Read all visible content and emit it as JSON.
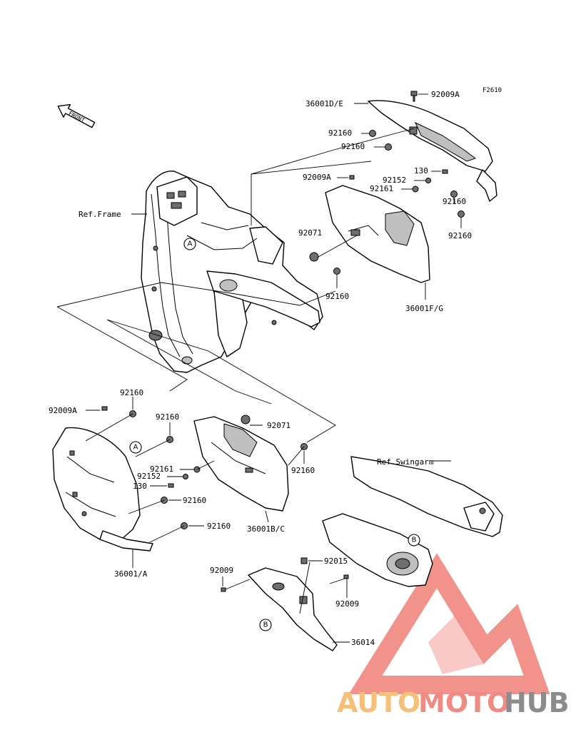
{
  "diagram_code": "F2610",
  "front_arrow_label": "FRONT",
  "references": {
    "frame": "Ref.Frame",
    "swingarm": "Ref.Swingarm"
  },
  "callouts": {
    "c_36001DE": "36001D/E",
    "c_92009A_top": "92009A",
    "c_92160_a": "92160",
    "c_92160_b": "92160",
    "c_92009A_mid": "92009A",
    "c_130_top": "130",
    "c_92152_top": "92152",
    "c_92161_top": "92161",
    "c_92160_c": "92160",
    "c_92160_d": "92160",
    "c_92071_top": "92071",
    "c_92160_e": "92160",
    "c_36001FG": "36001F/G",
    "c_92160_f": "92160",
    "c_92009A_left": "92009A",
    "c_92160_g": "92160",
    "c_92071_mid": "92071",
    "c_92161_mid": "92161",
    "c_92152_mid": "92152",
    "c_130_mid": "130",
    "c_92160_h": "92160",
    "c_92160_i": "92160",
    "c_92160_j": "92160",
    "c_36001BC": "36001B/C",
    "c_36001A": "36001/A",
    "c_92009_left": "92009",
    "c_92015": "92015",
    "c_92009_right": "92009",
    "c_36014": "36014"
  },
  "markers": {
    "a1": "A",
    "a2": "A",
    "b1": "B",
    "b2": "B"
  },
  "watermark": {
    "part1": "AUTO",
    "part2": "MOTO",
    "part3": "HUB",
    "colors": {
      "part1": "#f4c07a",
      "part2": "#ee8b84",
      "part3": "#8c8c8c",
      "logo": "#f0877f"
    }
  }
}
